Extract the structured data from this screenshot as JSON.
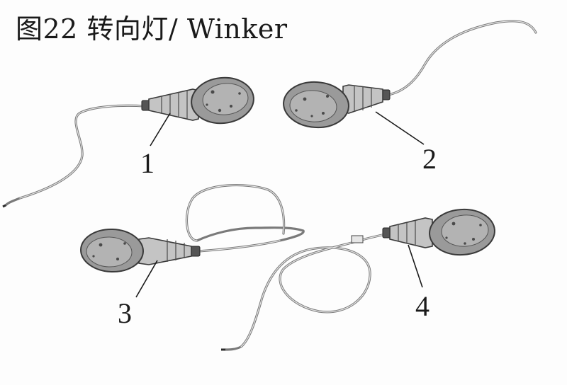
{
  "title": "图22 转向灯/ Winker",
  "callouts": [
    {
      "label": "1"
    },
    {
      "label": "2"
    },
    {
      "label": "3"
    },
    {
      "label": "4"
    }
  ],
  "colors": {
    "ink": "#1a1a1a",
    "lens": "#9a9a9a",
    "wire": "#7a7a7a",
    "background": "#fdfdfd"
  }
}
